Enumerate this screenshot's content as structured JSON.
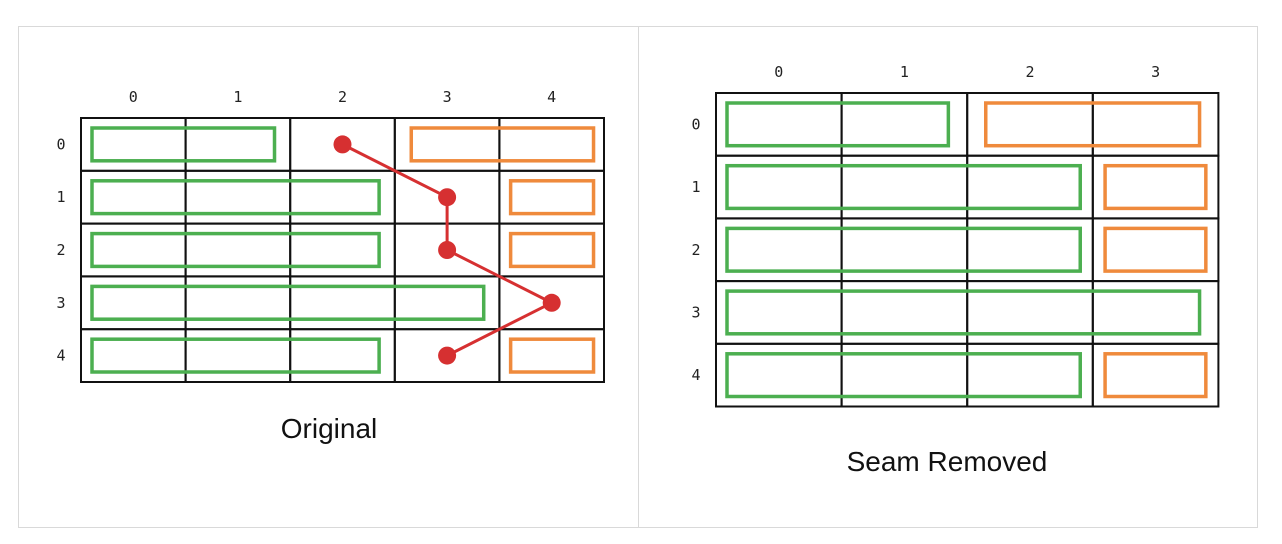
{
  "left_panel": {
    "caption": "Original",
    "col_labels": [
      "0",
      "1",
      "2",
      "3",
      "4"
    ],
    "row_labels": [
      "0",
      "1",
      "2",
      "3",
      "4"
    ],
    "green_boxes": [
      {
        "row": 0,
        "col_start": 0,
        "col_end": 1.85
      },
      {
        "row": 1,
        "col_start": 0,
        "col_end": 2.85
      },
      {
        "row": 2,
        "col_start": 0,
        "col_end": 2.85
      },
      {
        "row": 3,
        "col_start": 0,
        "col_end": 3.85
      },
      {
        "row": 4,
        "col_start": 0,
        "col_end": 2.85
      }
    ],
    "orange_boxes": [
      {
        "row": 0,
        "col_start": 3.1,
        "col_end": 4.9
      },
      {
        "row": 1,
        "col_start": 4.05,
        "col_end": 4.9
      },
      {
        "row": 2,
        "col_start": 4.05,
        "col_end": 4.9
      },
      {
        "row": 4,
        "col_start": 4.05,
        "col_end": 4.9
      }
    ],
    "seam": [
      {
        "row": 0,
        "col": 2
      },
      {
        "row": 1,
        "col": 3
      },
      {
        "row": 2,
        "col": 3
      },
      {
        "row": 3,
        "col": 4
      },
      {
        "row": 4,
        "col": 3
      }
    ]
  },
  "right_panel": {
    "caption": "Seam Removed",
    "col_labels": [
      "0",
      "1",
      "2",
      "3"
    ],
    "row_labels": [
      "0",
      "1",
      "2",
      "3",
      "4"
    ],
    "green_boxes": [
      {
        "row": 0,
        "col_start": 0,
        "col_end": 1.85
      },
      {
        "row": 1,
        "col_start": 0,
        "col_end": 2.9
      },
      {
        "row": 2,
        "col_start": 0,
        "col_end": 2.9
      },
      {
        "row": 3,
        "col_start": 0,
        "col_end": 3.85
      },
      {
        "row": 4,
        "col_start": 0,
        "col_end": 2.9
      }
    ],
    "orange_boxes": [
      {
        "row": 0,
        "col_start": 2.1,
        "col_end": 3.85
      },
      {
        "row": 1,
        "col_start": 3.05,
        "col_end": 3.9
      },
      {
        "row": 2,
        "col_start": 3.05,
        "col_end": 3.9
      },
      {
        "row": 4,
        "col_start": 3.05,
        "col_end": 3.9
      }
    ]
  },
  "colors": {
    "grid": "#111111",
    "green": "#4caf50",
    "orange": "#ef8a3c",
    "seam": "#d63031"
  }
}
